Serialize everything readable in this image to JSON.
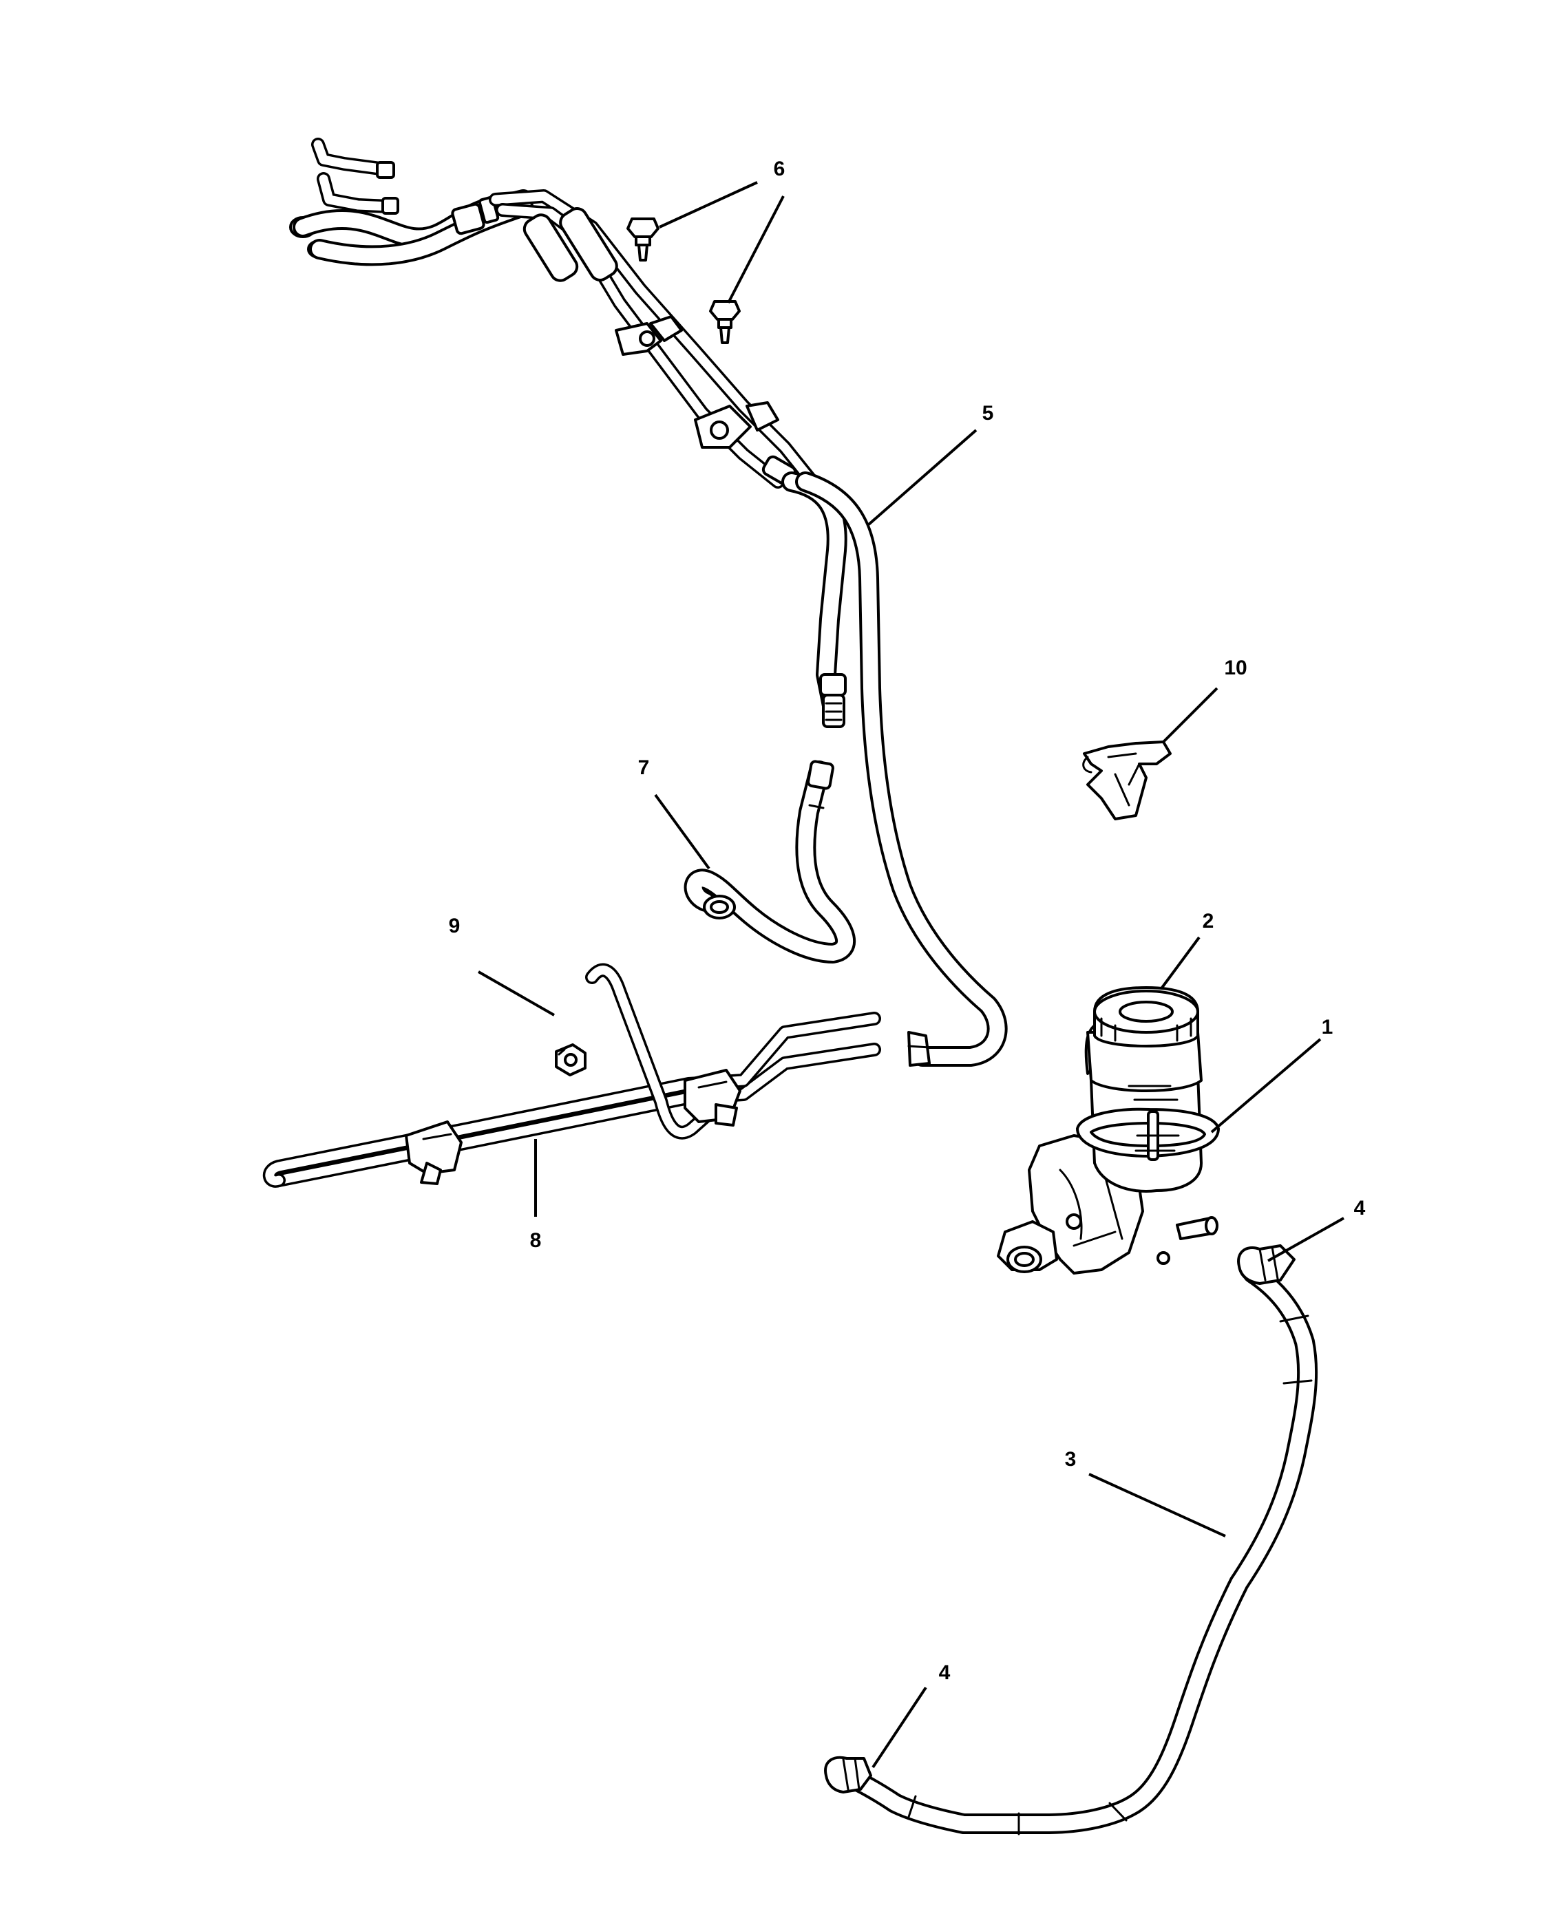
{
  "callouts": [
    {
      "id": "1",
      "label": "1"
    },
    {
      "id": "2",
      "label": "2"
    },
    {
      "id": "3",
      "label": "3"
    },
    {
      "id": "4a",
      "label": "4"
    },
    {
      "id": "4b",
      "label": "4"
    },
    {
      "id": "5",
      "label": "5"
    },
    {
      "id": "6",
      "label": "6"
    },
    {
      "id": "7",
      "label": "7"
    },
    {
      "id": "8",
      "label": "8"
    },
    {
      "id": "9",
      "label": "9"
    },
    {
      "id": "10",
      "label": "10"
    }
  ],
  "colors": {
    "line": "#000000",
    "background": "#ffffff"
  }
}
